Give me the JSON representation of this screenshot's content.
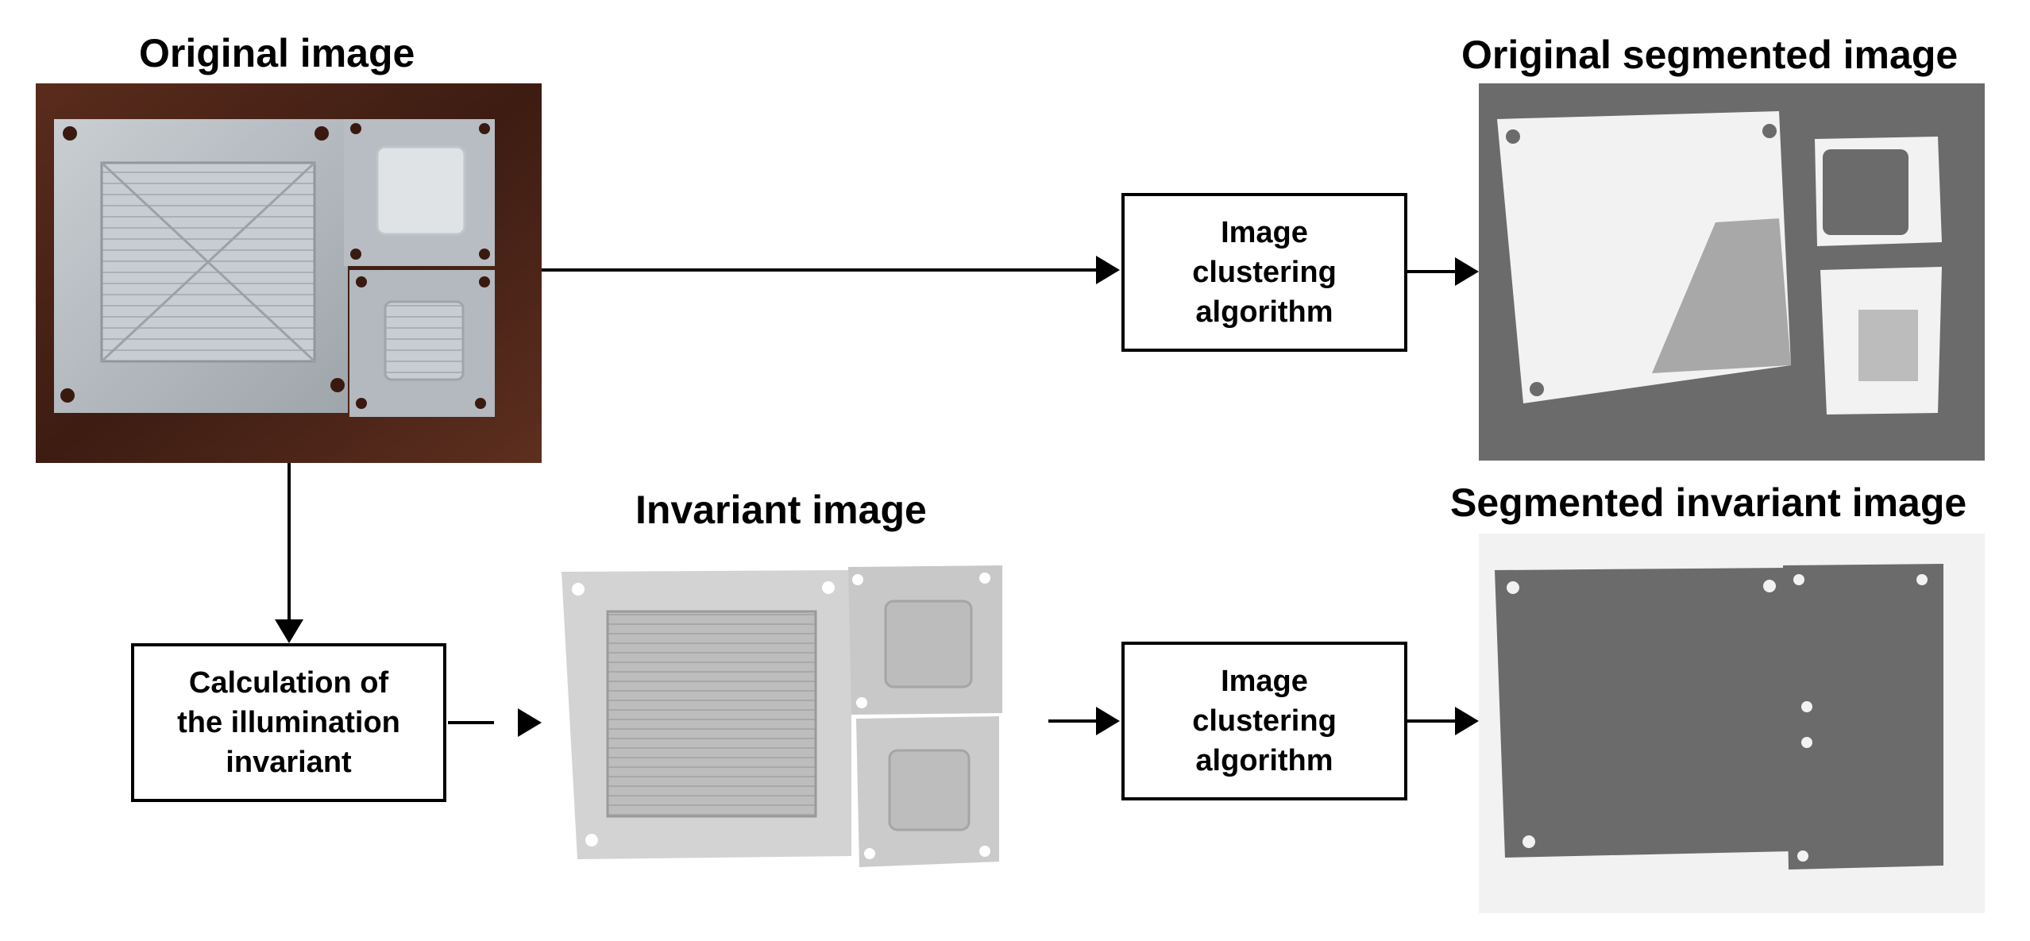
{
  "titles": {
    "original": "Original image",
    "invariant": "Invariant image",
    "original_segmented": "Original segmented image",
    "segmented_invariant": "Segmented invariant image"
  },
  "boxes": {
    "clustering_top": [
      "Image",
      "clustering",
      "algorithm"
    ],
    "clustering_bottom": [
      "Image",
      "clustering",
      "algorithm"
    ],
    "illumination": [
      "Calculation of",
      "the illumination",
      "invariant"
    ]
  },
  "colors": {
    "wood": "#4a2418",
    "metal": "#b9bfc4",
    "segment_gray": "#6b6b6b",
    "segment_light": "#f2f2f2",
    "invariant_bg": "#d4d4d4"
  }
}
